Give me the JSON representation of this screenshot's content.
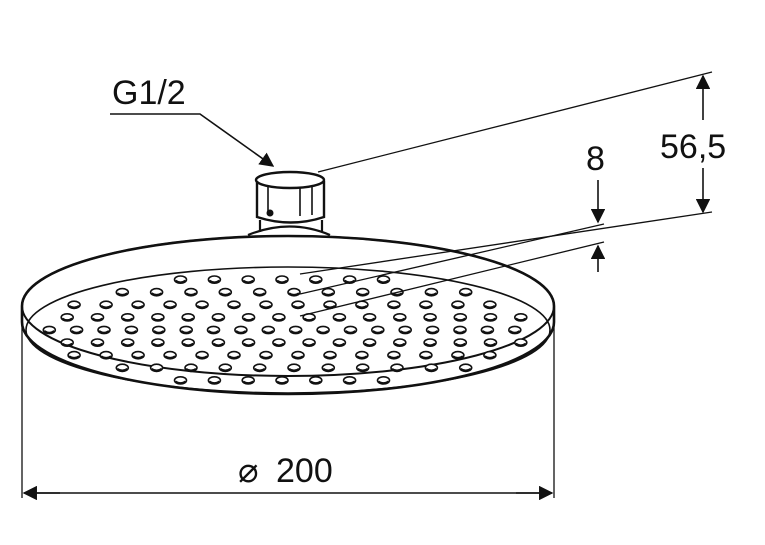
{
  "drawing": {
    "labels": {
      "thread": "G1/2",
      "thickness": "8",
      "height": "56,5",
      "diameter_symbol": "⌀",
      "diameter_value": "200"
    },
    "nozzle_rows": [
      {
        "count": 7
      },
      {
        "count": 11
      },
      {
        "count": 14
      },
      {
        "count": 16
      },
      {
        "count": 18
      },
      {
        "count": 16
      },
      {
        "count": 14
      },
      {
        "count": 11
      },
      {
        "count": 7
      }
    ]
  }
}
